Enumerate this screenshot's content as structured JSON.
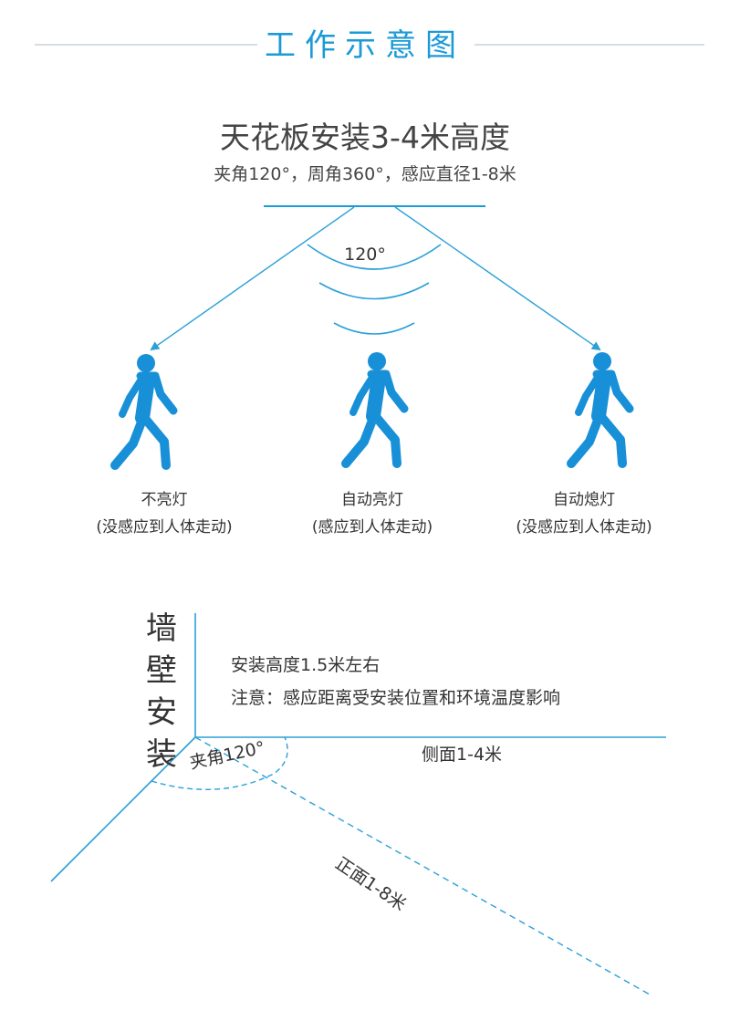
{
  "header": {
    "title": "工作示意图"
  },
  "ceiling": {
    "title": "天花板安装3-4米高度",
    "subtitle": "夹角120°，周角360°，感应直径1-8米",
    "angle_label": "120°"
  },
  "people": [
    {
      "status": "不亮灯",
      "detail": "(没感应到人体走动)"
    },
    {
      "status": "自动亮灯",
      "detail": "(感应到人体走动)"
    },
    {
      "status": "自动熄灯",
      "detail": "(没感应到人体走动)"
    }
  ],
  "wall": {
    "title": "墙壁安装",
    "height_note": "安装高度1.5米左右",
    "notice": "注意：感应距离受安装位置和环境温度影响",
    "side_label": "侧面1-4米",
    "angle_label": "夹角120°",
    "front_label": "正面1-8米"
  },
  "colors": {
    "accent": "#1a9ad6",
    "person": "#1890d8",
    "line": "#2aa0d8",
    "divider": "#c8d0d6"
  }
}
